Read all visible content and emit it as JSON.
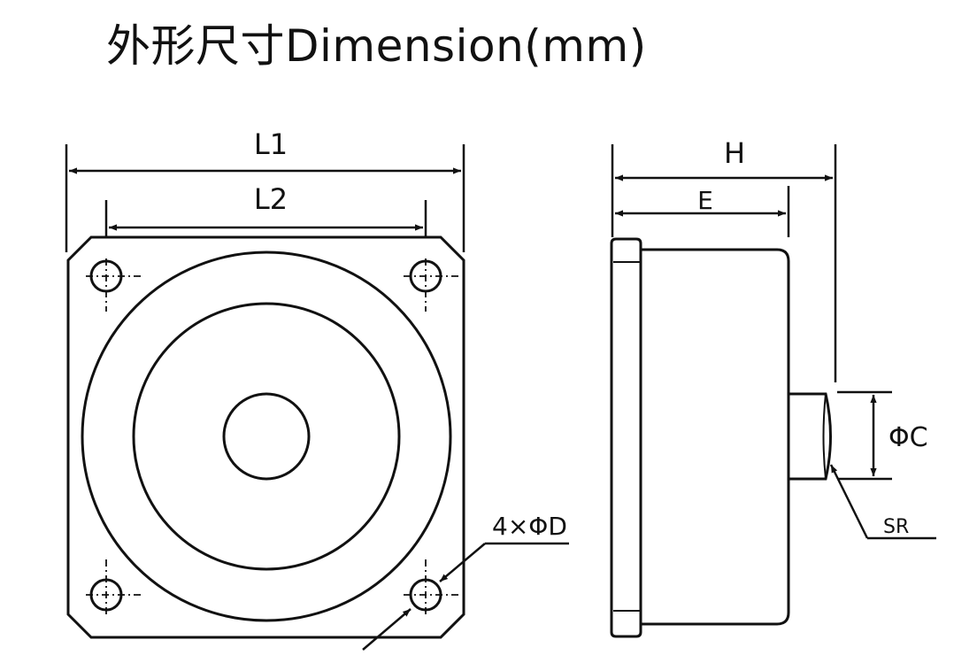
{
  "title": "外形尺寸Dimension(mm)",
  "front_view": {
    "label_l1": "L1",
    "label_l2": "L2",
    "label_holes": "4×ΦD"
  },
  "side_view": {
    "label_h": "H",
    "label_e": "E",
    "label_c": "ΦC",
    "label_sr": "SR"
  }
}
